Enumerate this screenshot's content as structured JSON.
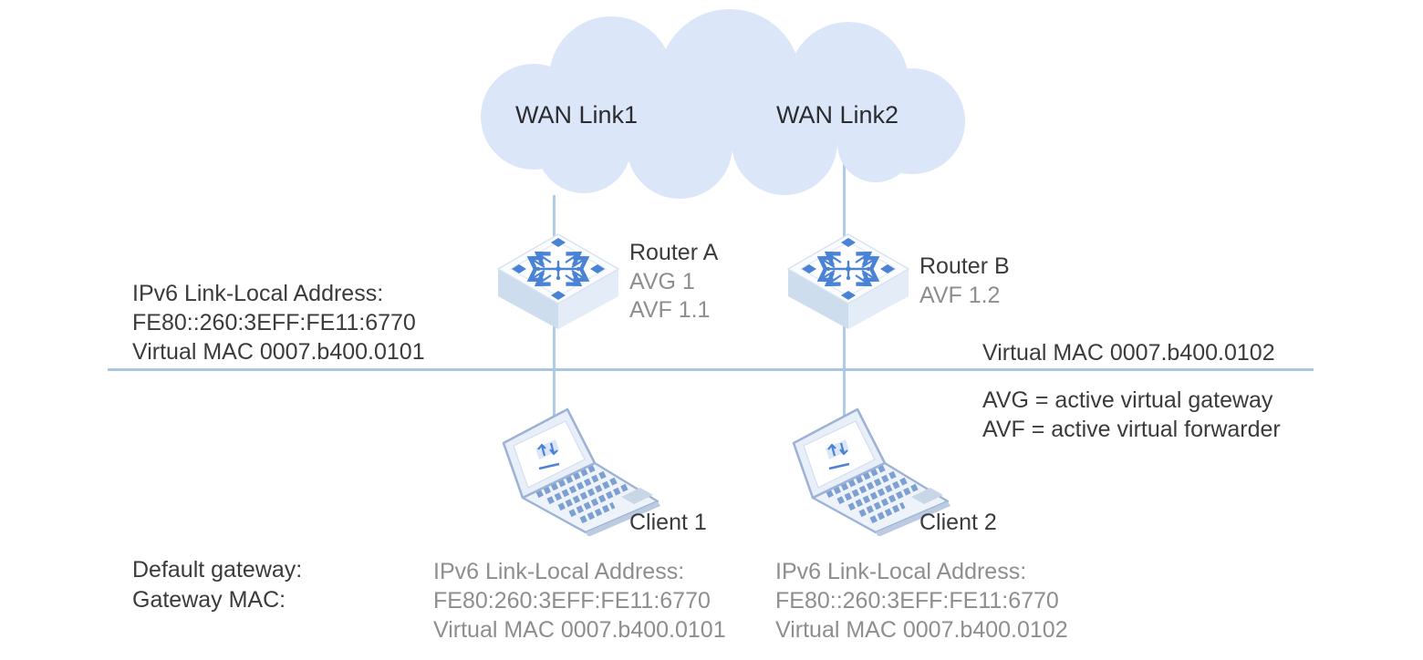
{
  "colors": {
    "background": "#ffffff",
    "cloud_fill": "#dbe7f8",
    "connector_line": "#aecbe7",
    "lan_line": "#a9c6e2",
    "icon_blue": "#4a83d6",
    "icon_body_light": "#e9eff9",
    "icon_outline": "#9db3d6",
    "text_dark": "#3b3b3d",
    "text_gray": "#8e8e90"
  },
  "icons": {
    "wan_cloud": "cloud-icon (css/svg circle cluster)",
    "router_a": "isometric-router-icon",
    "router_b": "isometric-router-icon",
    "client1": "isometric-laptop-icon",
    "client2": "isometric-laptop-icon",
    "laptop_screen": "up-down-transfer-arrows-icon"
  },
  "wan": {
    "link1": "WAN Link1",
    "link2": "WAN Link2"
  },
  "router_a": {
    "name": "Router A",
    "role1": "AVG 1",
    "role2": "AVF 1.1"
  },
  "router_b": {
    "name": "Router B",
    "role1": "AVF 1.2"
  },
  "lan_left": {
    "line1": "IPv6 Link-Local Address:",
    "line2": "FE80::260:3EFF:FE11:6770",
    "line3": "Virtual MAC 0007.b400.0101"
  },
  "lan_right": {
    "virtual_mac": "Virtual MAC 0007.b400.0102"
  },
  "legend": {
    "avg": "AVG = active virtual gateway",
    "avf": "AVF = active virtual forwarder"
  },
  "client1": {
    "name": "Client 1",
    "ipv6_label": "IPv6 Link-Local Address:",
    "ipv6_address": "FE80:260:3EFF:FE11:6770",
    "virtual_mac": "Virtual MAC 0007.b400.0101"
  },
  "client2": {
    "name": "Client 2",
    "ipv6_label": "IPv6 Link-Local Address:",
    "ipv6_address": "FE80::260:3EFF:FE11:6770",
    "virtual_mac": "Virtual MAC 0007.b400.0102"
  },
  "footer": {
    "default_gateway_label": "Default gateway:",
    "gateway_mac_label": "Gateway MAC:"
  }
}
